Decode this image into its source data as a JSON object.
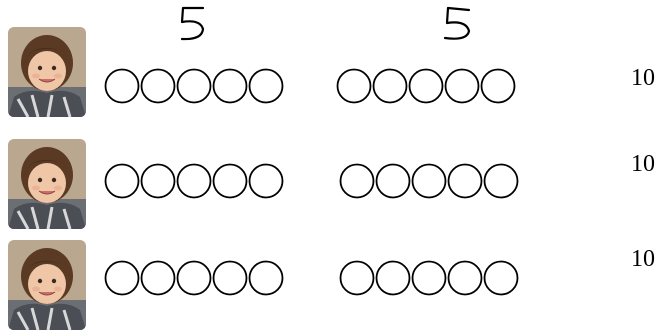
{
  "header": {
    "group_1_count": "5",
    "group_2_count": "5"
  },
  "rows": [
    {
      "photo": "child-photo",
      "group_1_circles": 5,
      "group_2_circles": 5,
      "total": "10"
    },
    {
      "photo": "child-photo",
      "group_1_circles": 5,
      "group_2_circles": 5,
      "total": "10"
    },
    {
      "photo": "child-photo",
      "group_1_circles": 5,
      "group_2_circles": 5,
      "total": "10"
    }
  ]
}
